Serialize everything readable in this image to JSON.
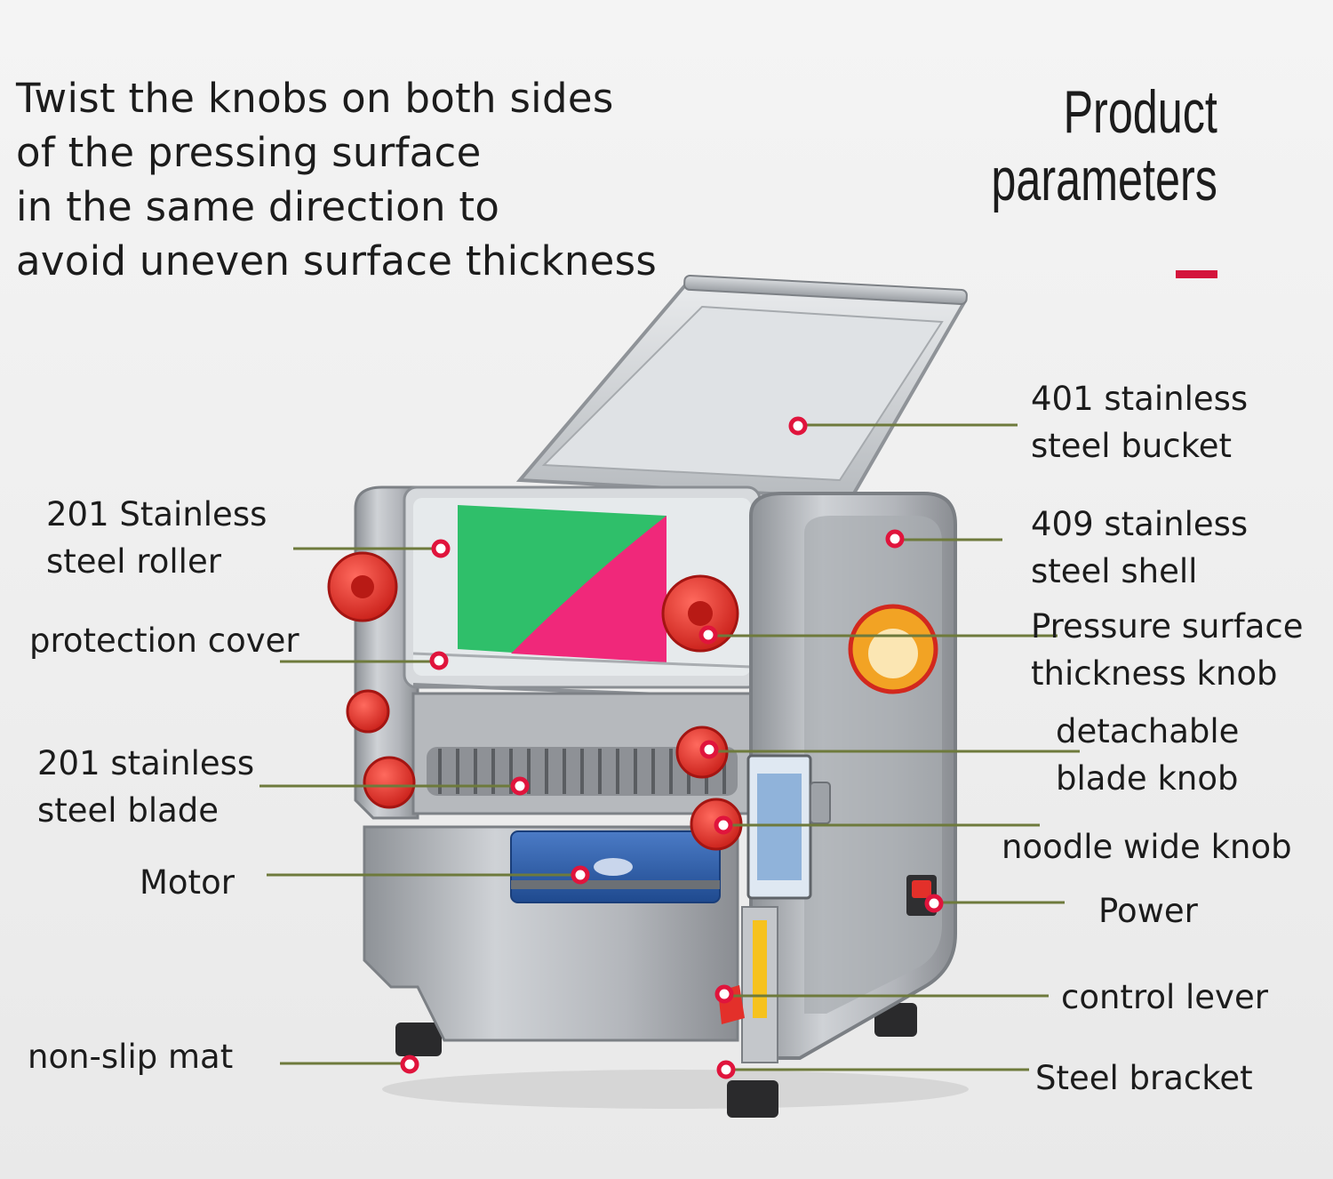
{
  "intro_lines": [
    "Twist the knobs on both sides",
    "of the pressing surface",
    "in the same direction to",
    "avoid uneven surface thickness"
  ],
  "title_lines": [
    "Product",
    "parameters"
  ],
  "colors": {
    "accent": "#d4143c",
    "knob": "#e8302c",
    "leader": "#6e7a3c",
    "motor": "#2d5aa8",
    "steel": "#b9bcc1"
  },
  "labels": {
    "bucket": [
      "401 stainless",
      "steel bucket"
    ],
    "shell": [
      "409 stainless",
      "steel shell"
    ],
    "pressure_knob": [
      "Pressure surface",
      "thickness knob"
    ],
    "blade_knob": [
      "detachable",
      "blade knob"
    ],
    "noodle_knob": [
      "noodle wide knob"
    ],
    "power": [
      "Power"
    ],
    "lever": [
      "control lever"
    ],
    "bracket": [
      "Steel bracket"
    ],
    "roller": [
      "201 Stainless",
      "steel roller"
    ],
    "cover": [
      "protection cover"
    ],
    "blade": [
      "201 stainless",
      "steel blade"
    ],
    "motor": [
      "Motor"
    ],
    "mat": [
      "non-slip mat"
    ]
  }
}
